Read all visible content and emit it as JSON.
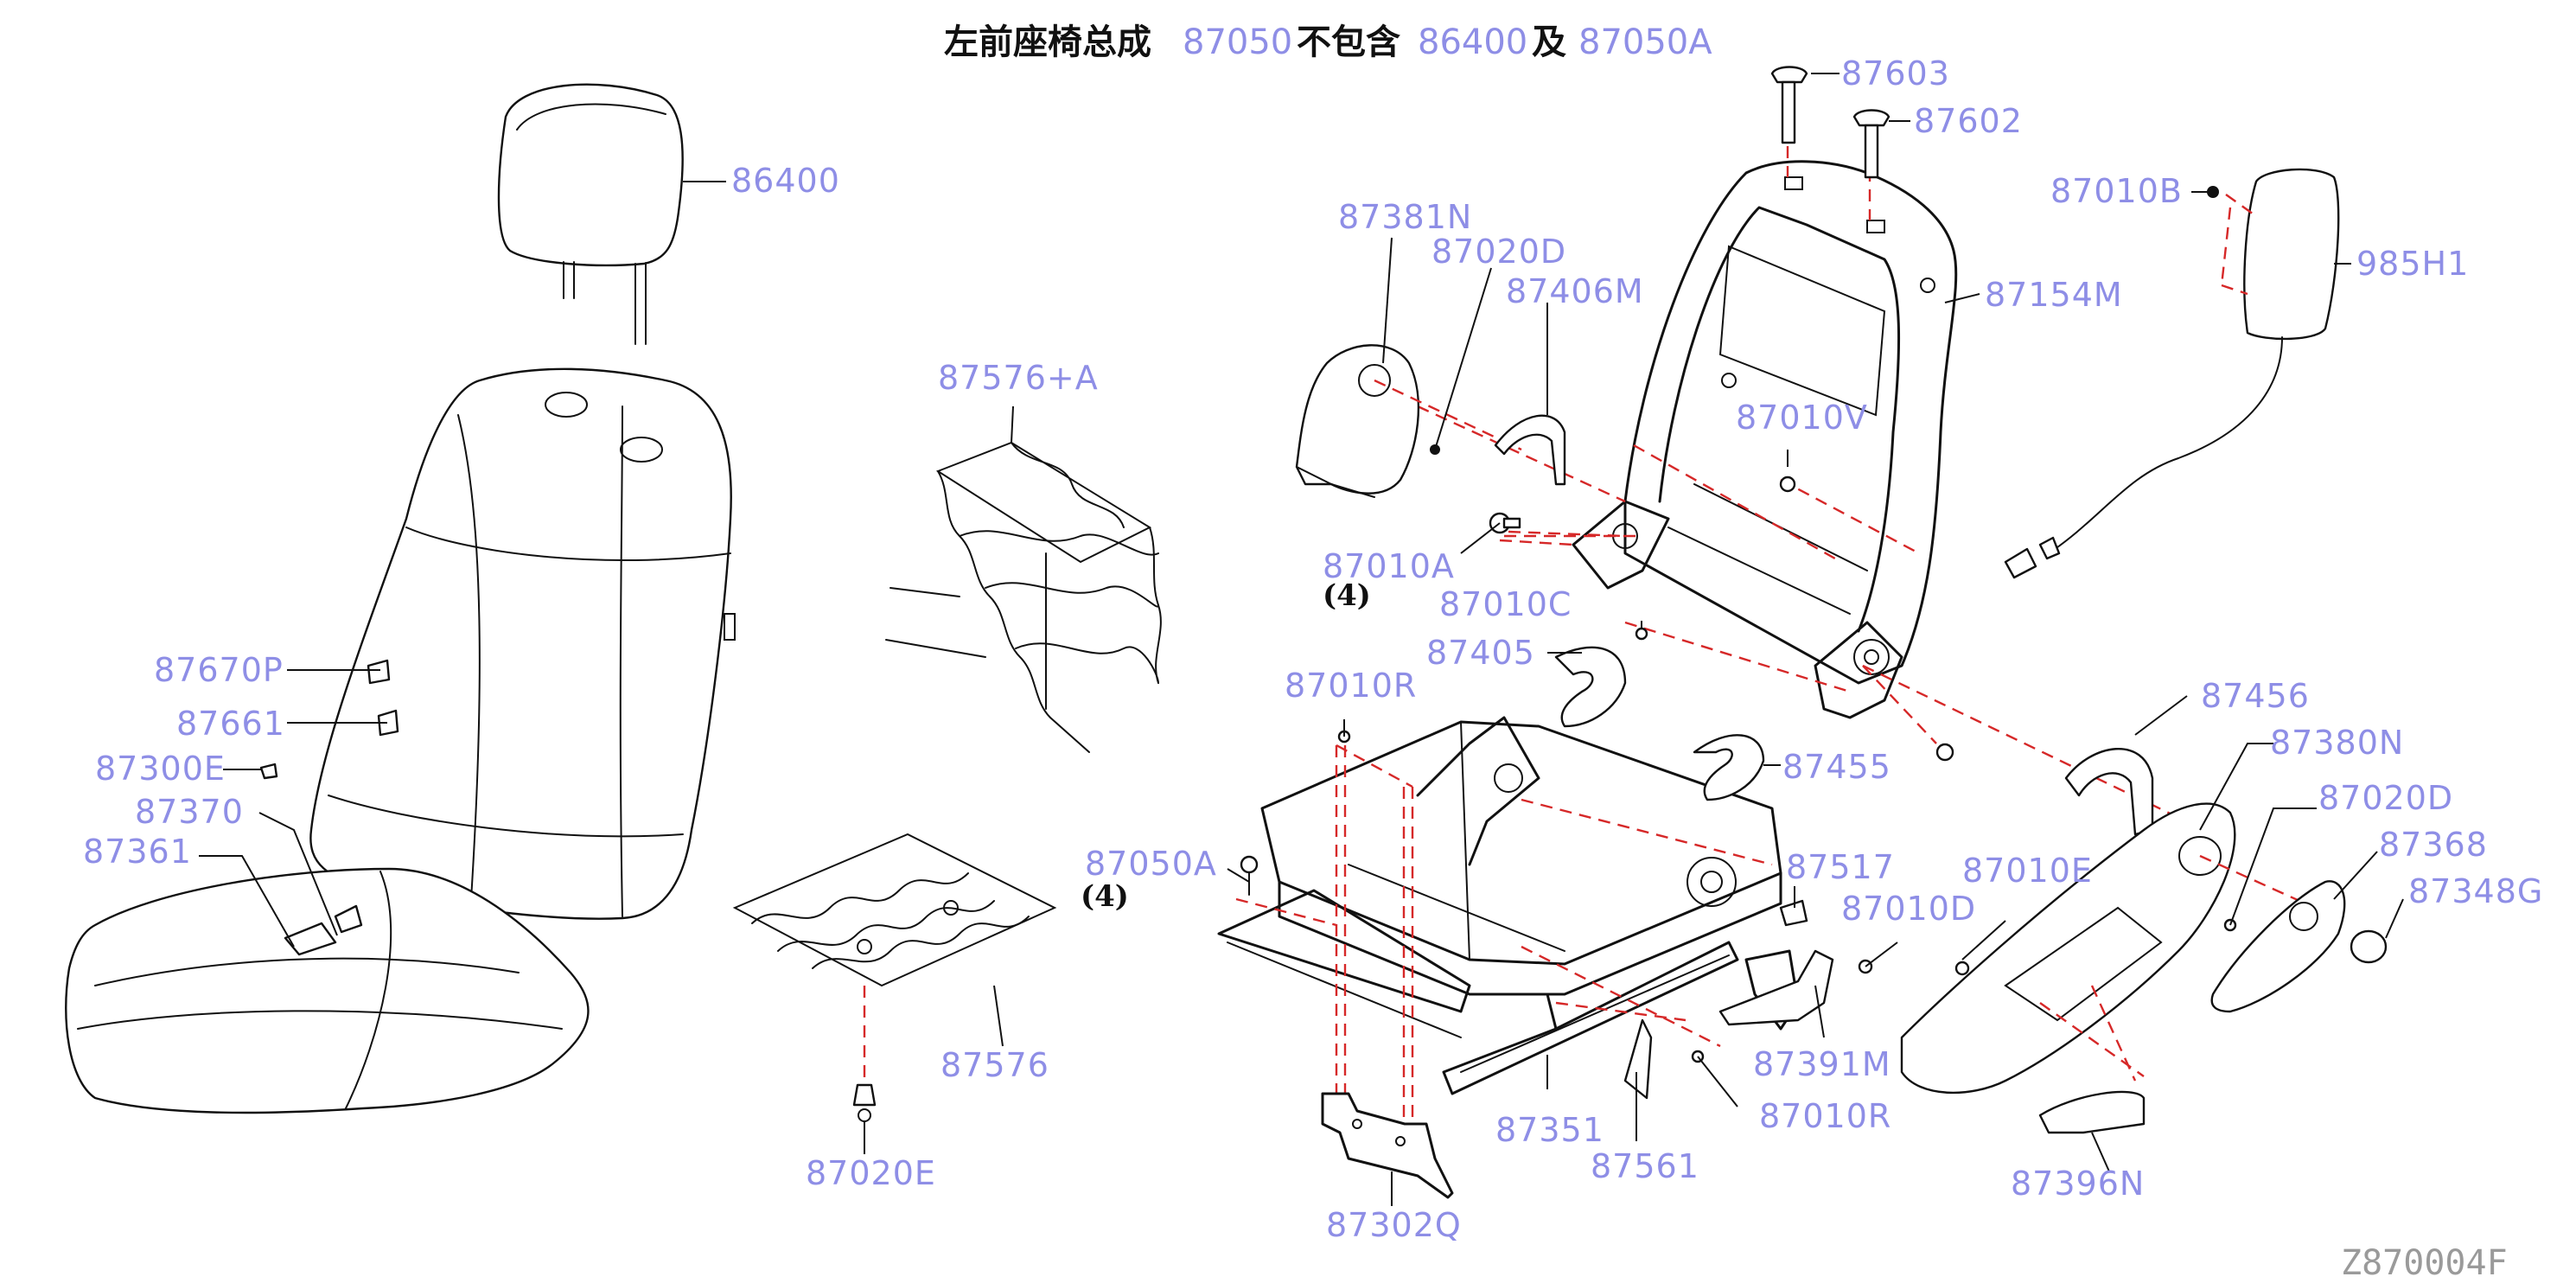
{
  "title": {
    "assembly": "左前座椅总成",
    "part_main": "87050",
    "excludes": "不包含",
    "part_headrest": "86400",
    "and": "及",
    "part_alt": "87050A"
  },
  "diagram_code": "Z870004F",
  "quantities": {
    "q1": "(4)",
    "q2": "(4)"
  },
  "labels": {
    "p86400": "86400",
    "p87670P": "87670P",
    "p87661": "87661",
    "p87300E": "87300E",
    "p87370": "87370",
    "p87361": "87361",
    "p87576A": "87576+A",
    "p87576": "87576",
    "p87020E": "87020E",
    "p87050A": "87050A",
    "p87302Q": "87302Q",
    "p87351": "87351",
    "p87561": "87561",
    "p87010R_top": "87010R",
    "p87010R_bot": "87010R",
    "p87405": "87405",
    "p87010C": "87010C",
    "p87010A": "87010A",
    "p87381N": "87381N",
    "p87020D_top": "87020D",
    "p87406M": "87406M",
    "p87603": "87603",
    "p87602": "87602",
    "p87154M": "87154M",
    "p87010V": "87010V",
    "p87010B": "87010B",
    "p985H1": "985H1",
    "p87455": "87455",
    "p87456": "87456",
    "p87380N": "87380N",
    "p87020D_right": "87020D",
    "p87368": "87368",
    "p87348G": "87348G",
    "p87010E": "87010E",
    "p87396N": "87396N",
    "p87517": "87517",
    "p87010D": "87010D",
    "p87391M": "87391M"
  }
}
